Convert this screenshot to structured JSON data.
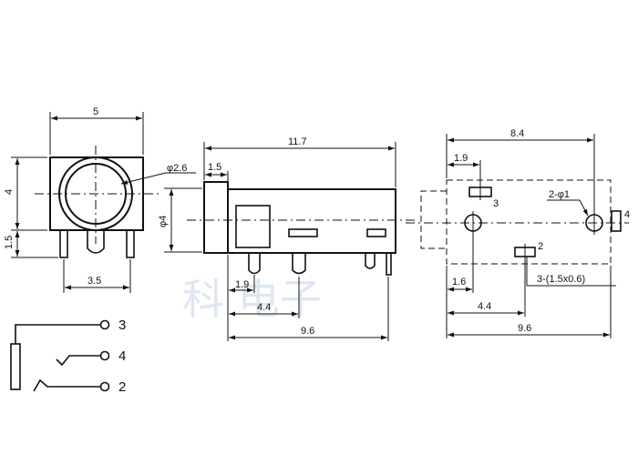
{
  "front_view": {
    "width_dim": "5",
    "height_dim": "4",
    "offset_dim": "1.5",
    "pin_span_dim": "3.5",
    "hole_dia": "φ2.6"
  },
  "side_view": {
    "length_dim": "11.7",
    "flange_dim": "1.5",
    "height_dim": "φ4",
    "pin1_dim": "1.9",
    "pin2_dim": "4.4",
    "pin3_dim": "9.6"
  },
  "pcb_view": {
    "span_dim": "8.4",
    "top_offset_dim": "1.9",
    "pad3_label": "3",
    "pad2_label": "2",
    "pad4_label": "4",
    "holes_label": "2-φ1",
    "slots_label": "3-(1.5x0.6)",
    "dim_1_6": "1.6",
    "dim_4_4": "4.4",
    "dim_9_6": "9.6"
  },
  "schematic": {
    "pin3": "3",
    "pin4": "4",
    "pin2": "2"
  },
  "watermark": "科 电子"
}
